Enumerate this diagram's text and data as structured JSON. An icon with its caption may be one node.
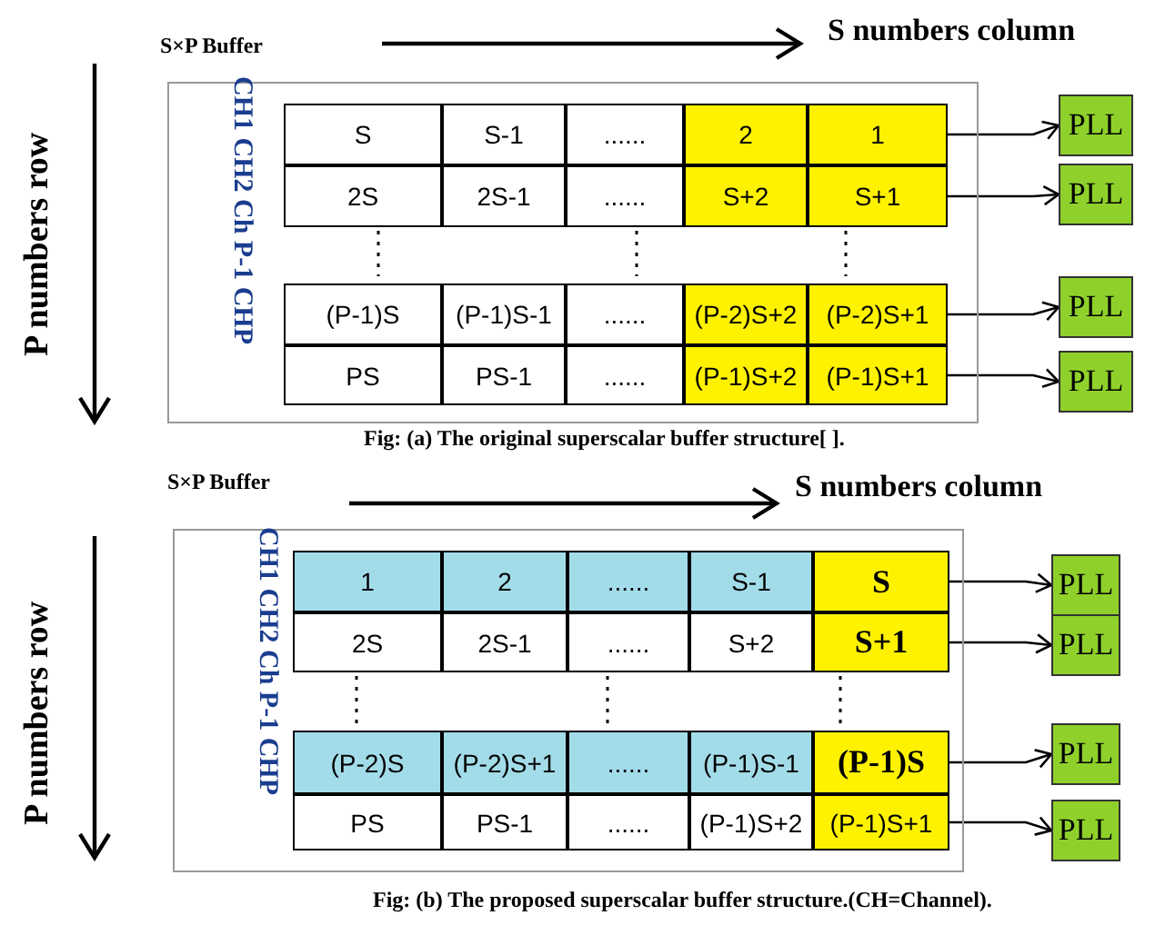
{
  "diagram": {
    "nodes": [
      {
        "text": [
          "S×P Buffer"
        ]
      },
      {
        "text": [
          "S"
        ],
        "in": 0
      },
      {
        "text": [
          "S-1"
        ],
        "in": 0
      },
      {
        "text": [
          "......"
        ],
        "in": 0
      },
      {
        "text": [
          "2"
        ],
        "in": 0
      },
      {
        "text": [
          "1"
        ],
        "in": 0
      },
      {
        "text": [
          "2S"
        ],
        "in": 0
      },
      {
        "text": [
          "2S-1"
        ],
        "in": 0
      },
      {
        "text": [
          "......"
        ],
        "in": 0
      },
      {
        "text": [
          "S+2"
        ],
        "in": 0
      },
      {
        "text": [
          "S+1"
        ],
        "in": 0
      },
      {
        "text": [
          "(P-1)S"
        ],
        "in": 0
      },
      {
        "text": [
          "(P-1)S-1"
        ],
        "in": 0
      },
      {
        "text": [
          "......"
        ],
        "in": 0
      },
      {
        "text": [
          "(P-2)S+2"
        ],
        "in": 0
      },
      {
        "text": [
          "(P-2)S+1"
        ],
        "in": 0
      },
      {
        "text": [
          "PS"
        ],
        "in": 0
      },
      {
        "text": [
          "PS-1"
        ],
        "in": 0
      },
      {
        "text": [
          "......"
        ],
        "in": 0
      },
      {
        "text": [
          "(P-1)S+2"
        ],
        "in": 0
      },
      {
        "text": [
          "(P-1)S+1"
        ],
        "in": 0
      },
      {
        "text": [
          "PLL"
        ]
      },
      {
        "text": [
          "PLL"
        ]
      },
      {
        "text": [
          "PLL"
        ]
      },
      {
        "text": [
          "PLL"
        ]
      },
      {
        "text": [
          "S×P Buffer"
        ]
      },
      {
        "text": [
          "1"
        ],
        "in": 25
      },
      {
        "text": [
          "2"
        ],
        "in": 25
      },
      {
        "text": [
          "......"
        ],
        "in": 25
      },
      {
        "text": [
          "S-1"
        ],
        "in": 25
      },
      {
        "text": [
          "S"
        ],
        "in": 25
      },
      {
        "text": [
          "2S"
        ],
        "in": 25
      },
      {
        "text": [
          "2S-1"
        ],
        "in": 25
      },
      {
        "text": [
          "......"
        ],
        "in": 25
      },
      {
        "text": [
          "S+2"
        ],
        "in": 25
      },
      {
        "text": [
          "S+1"
        ],
        "in": 25
      },
      {
        "text": [
          "(P-2)S"
        ],
        "in": 25
      },
      {
        "text": [
          "(P-2)S+1"
        ],
        "in": 25
      },
      {
        "text": [
          "......"
        ],
        "in": 25
      },
      {
        "text": [
          "(P-1)S-1"
        ],
        "in": 25
      },
      {
        "text": [
          "(P-1)S"
        ],
        "in": 25
      },
      {
        "text": [
          "PS"
        ],
        "in": 25
      },
      {
        "text": [
          "PS-1"
        ],
        "in": 25
      },
      {
        "text": [
          "......"
        ],
        "in": 25
      },
      {
        "text": [
          "(P-1)S+2"
        ],
        "in": 25
      },
      {
        "text": [
          "(P-1)S+1"
        ],
        "in": 25
      },
      {
        "text": [
          "PLL"
        ]
      },
      {
        "text": [
          "PLL"
        ]
      },
      {
        "text": [
          "PLL"
        ]
      },
      {
        "text": [
          "PLL"
        ]
      }
    ],
    "edges": [
      {
        "from": 5,
        "to": 21,
        "arrow": "to"
      },
      {
        "from": 10,
        "to": 22,
        "arrow": "to"
      },
      {
        "from": 15,
        "to": 23,
        "arrow": "to"
      },
      {
        "from": 20,
        "to": 24,
        "arrow": "to"
      },
      {
        "from": 30,
        "to": 46,
        "arrow": "to"
      },
      {
        "from": 35,
        "to": 47,
        "arrow": "to"
      },
      {
        "from": 40,
        "to": 48,
        "arrow": "to"
      },
      {
        "from": 45,
        "to": 49,
        "arrow": "to"
      }
    ],
    "labels": [
      "S numbers column",
      "P numbers row",
      "CH1 CH2 Ch P-1 CHP",
      "Fig: (a) The original superscalar buffer structure[ ].",
      "S numbers column",
      "P numbers row",
      "CH1 CH2 Ch P-1 CHP",
      "Fig: (b) The proposed superscalar buffer structure.(CH=Channel)."
    ]
  }
}
